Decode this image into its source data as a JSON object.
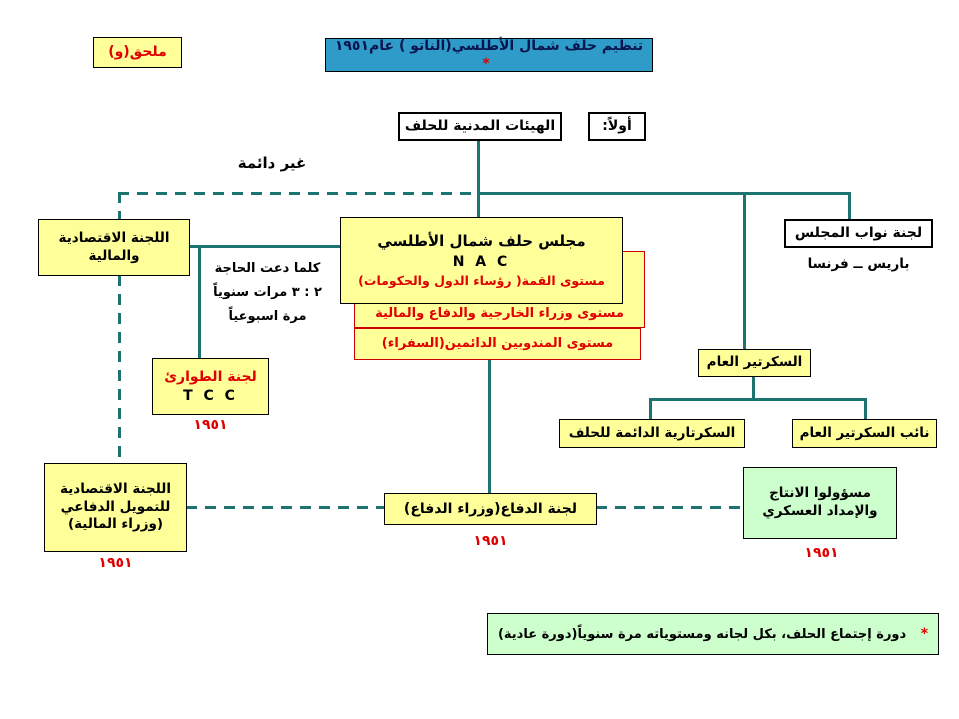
{
  "colors": {
    "line_teal": "#1d7370",
    "accent_red": "#e00000",
    "box_yellow": "#ffff99",
    "box_green": "#ccffcc",
    "title_blue": "#2e9bc8",
    "title_text_navy": "#0a1550"
  },
  "annex": {
    "label": "ملحق(و)"
  },
  "title": {
    "text": "تنظيم حلف شمال الأطلسي(الناتو ) عام١٩٥١",
    "star": "*"
  },
  "header": {
    "first": "أولاً:",
    "civil_bodies": "الهيئات المدنية للحلف",
    "non_permanent": "غير دائمة"
  },
  "nac": {
    "title": "مجلس حلف شمال الأطلسي",
    "acronym": "N A C",
    "summit_level": "مستوى القمة( رؤساء الدول والحكومات)",
    "ministers_level": "مستوى وزراء الخارجية والدفاع والمالية",
    "delegates_level": "مستوى المندوبين الدائمين(السفراء)"
  },
  "frequency": {
    "line1": "كلما دعت الحاجة",
    "line2": "٢ : ٣ مرات سنوياً",
    "line3": "مرة اسبوعياً"
  },
  "left_branch": {
    "econ_financial": {
      "line1": "اللجنة الاقتصادية",
      "line2": "والمالية"
    },
    "tcc": {
      "title": "لجنة الطوارئ",
      "acronym": "T C C",
      "year": "١٩٥١"
    },
    "econ_defense_funding": {
      "line1": "اللجنة الاقتصادية",
      "line2": "للتمويل الدفاعي",
      "line3": "(وزراء المالية)",
      "year": "١٩٥١"
    }
  },
  "right_branch": {
    "council_deputies": {
      "label": "لجنة نواب المجلس",
      "location": "باريس ــ فرنسا"
    },
    "secretary_general": {
      "label": "السكرتير العام"
    },
    "permanent_secretariat": {
      "label": "السكرتارية الدائمة للحلف"
    },
    "deputy_secretary_general": {
      "label": "نائب السكرتير العام"
    },
    "military_production": {
      "line1": "مسؤولوا الانتاج",
      "line2": "والإمداد العسكري",
      "year": "١٩٥١"
    }
  },
  "center_branch": {
    "defense_committee": {
      "label": "لجنة الدفاع(وزراء الدفاع)",
      "year": "١٩٥١"
    }
  },
  "footnote": {
    "star": "*",
    "text": "دورة إجتماع الحلف، بكل لجانه ومستوياته مرة سنوياً(دورة عادية)"
  }
}
